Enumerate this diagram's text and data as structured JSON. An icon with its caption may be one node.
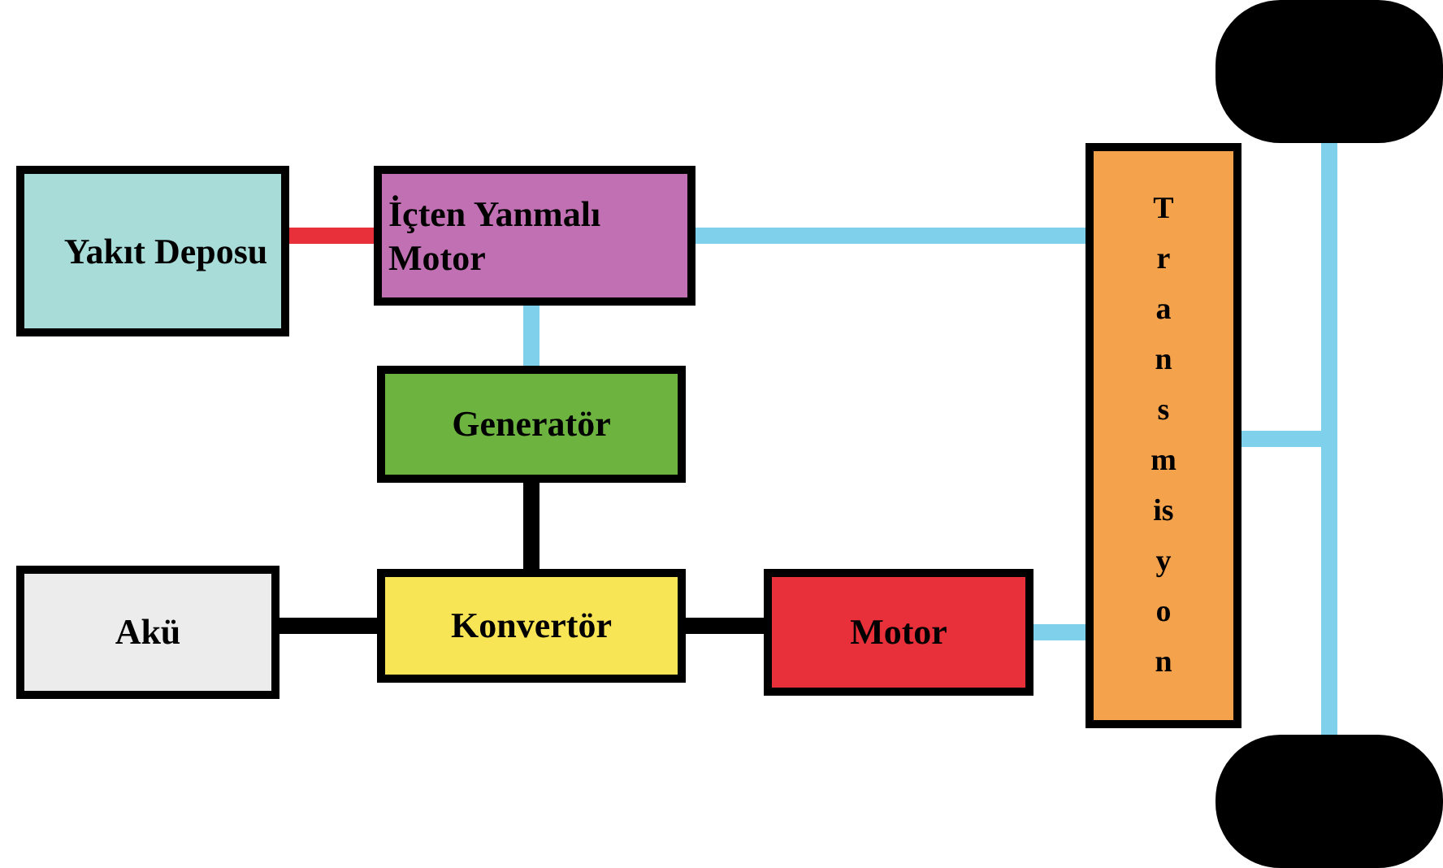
{
  "diagram": {
    "nodes": [
      {
        "text": [
          "Yakıt Deposu"
        ]
      },
      {
        "text": [
          "İçten Yanmalı Motor"
        ]
      },
      {
        "text": [
          "Generatör"
        ]
      },
      {
        "text": [
          "Akü"
        ]
      },
      {
        "text": [
          "Konvertör"
        ]
      },
      {
        "text": [
          "Motor"
        ]
      },
      {
        "text": [
          "Transmisyon"
        ]
      },
      {
        "text": [],
        "shape": "box"
      },
      {
        "text": [],
        "shape": "box"
      }
    ],
    "edges": [
      {
        "from": 0,
        "to": 1,
        "arrow": "none",
        "color": "#e8303a"
      },
      {
        "from": 1,
        "to": 6,
        "arrow": "none"
      },
      {
        "from": 1,
        "to": 2,
        "arrow": "none"
      },
      {
        "from": 2,
        "to": 4,
        "arrow": "none",
        "color": "#000000"
      },
      {
        "from": 3,
        "to": 4,
        "arrow": "none",
        "color": "#000000"
      },
      {
        "from": 4,
        "to": 5,
        "arrow": "none",
        "color": "#000000"
      },
      {
        "from": 5,
        "to": 6,
        "arrow": "none"
      },
      {
        "from": 6,
        "to": 7,
        "arrow": "none"
      },
      {
        "from": 6,
        "to": 8,
        "arrow": "none"
      }
    ]
  }
}
